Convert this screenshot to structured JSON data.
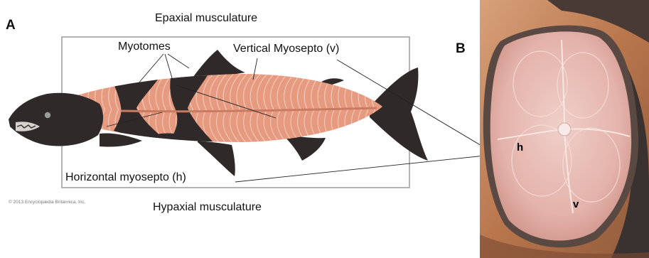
{
  "panel_a": {
    "letter": "A",
    "epaxial_label": "Epaxial musculature",
    "hypaxial_label": "Hypaxial musculature",
    "myotomes_label": "Myotomes",
    "vertical_label": "Vertical Myosepto (v)",
    "horizontal_label": "Horizontal myosepto (h)",
    "copyright": "© 2013 Encyclopædia Britannica, Inc."
  },
  "panel_b": {
    "letter": "B",
    "point_h": "h",
    "point_v": "v"
  },
  "colors": {
    "fish_dark": "#2f2a29",
    "muscle": "#e69a80",
    "muscle_line": "#f6cdbd",
    "box": "#9a9a9a",
    "steak_flesh": "#e9c0ba",
    "steak_bg": "#c9875f"
  }
}
